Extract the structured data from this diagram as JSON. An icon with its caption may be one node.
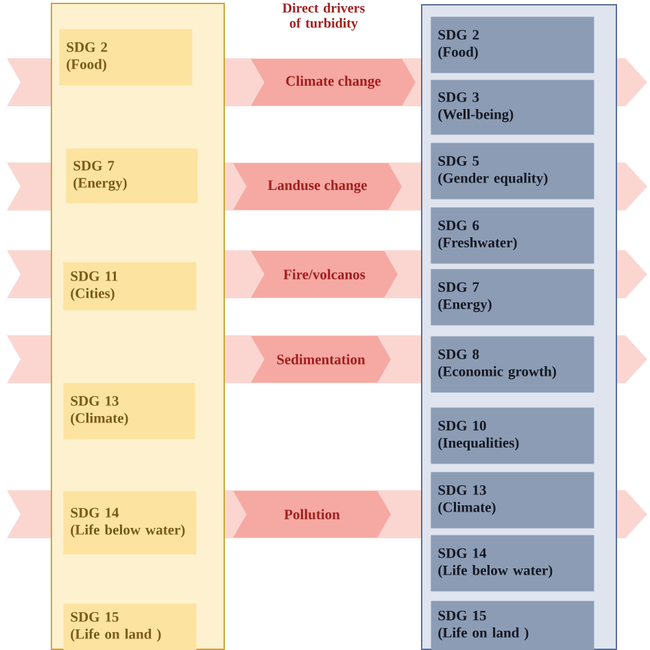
{
  "diagram": {
    "nodes": [
      {
        "text": [],
        "shape": "box"
      },
      {
        "text": [
          "SDG 2",
          "(Food)"
        ],
        "in": 0
      },
      {
        "text": [
          "SDG 7",
          "(Energy)"
        ],
        "in": 0
      },
      {
        "text": [
          "SDG 11",
          "(Cities)"
        ],
        "in": 0
      },
      {
        "text": [
          "SDG 13",
          "(Climate)"
        ],
        "in": 0
      },
      {
        "text": [
          "SDG 14",
          "(Life below water)"
        ],
        "in": 0
      },
      {
        "text": [
          "SDG 15",
          "(Life on land )"
        ],
        "in": 0
      },
      {
        "text": [
          "Climate change"
        ]
      },
      {
        "text": [
          "Landuse change"
        ]
      },
      {
        "text": [
          "Fire/volcanos"
        ]
      },
      {
        "text": [
          "Sedimentation"
        ]
      },
      {
        "text": [
          "Pollution"
        ]
      },
      {
        "text": [],
        "shape": "box"
      },
      {
        "text": [
          "SDG 2",
          "(Food)"
        ],
        "in": 12
      },
      {
        "text": [
          "SDG 3",
          "(Well-being)"
        ],
        "in": 12
      },
      {
        "text": [
          "SDG 5",
          "(Gender equality)"
        ],
        "in": 12
      },
      {
        "text": [
          "SDG 6",
          "(Freshwater)"
        ],
        "in": 12
      },
      {
        "text": [
          "SDG 7",
          "(Energy)"
        ],
        "in": 12
      },
      {
        "text": [
          "SDG 8",
          "(Economic growth)"
        ],
        "in": 12
      },
      {
        "text": [
          "SDG 10",
          "(Inequalities)"
        ],
        "in": 12
      },
      {
        "text": [
          "SDG 13",
          "(Climate)"
        ],
        "in": 12
      },
      {
        "text": [
          "SDG 14",
          "(Life below water)"
        ],
        "in": 12
      },
      {
        "text": [
          "SDG 15",
          "(Life on land )"
        ],
        "in": 12
      }
    ],
    "labels": [
      "Direct drivers of turbidity"
    ]
  }
}
